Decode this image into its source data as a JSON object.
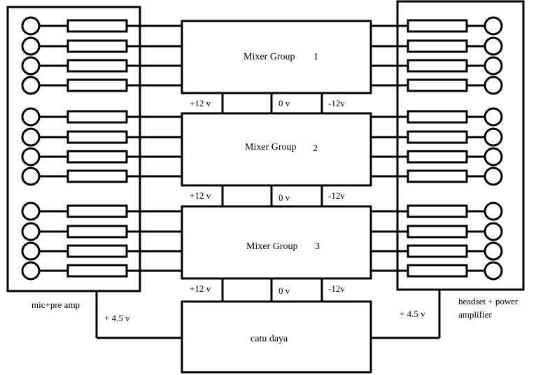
{
  "mixers": [
    {
      "name": "Mixer Group",
      "number": "1"
    },
    {
      "name": "Mixer Group",
      "number": "2"
    },
    {
      "name": "Mixer Group",
      "number": "3"
    }
  ],
  "rail_labels": {
    "positive": "+12 v",
    "zero": "0 v",
    "negative": "-12v"
  },
  "power_supply": {
    "label": "catu daya",
    "left_voltage": "+ 4.5 v",
    "right_voltage": "+ 4.5 v"
  },
  "input_block": {
    "label": "mic+pre amp"
  },
  "output_block": {
    "label_line1": "headset + power",
    "label_line2": "amplifier"
  },
  "channels_per_group": 4
}
